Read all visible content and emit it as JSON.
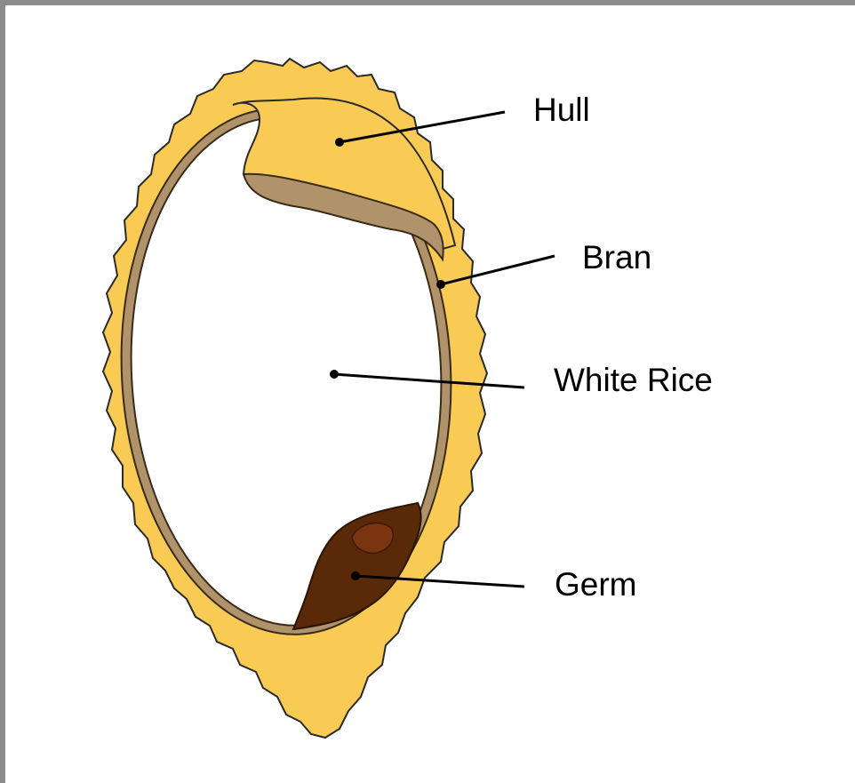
{
  "labels": {
    "hull": "Hull",
    "bran": "Bran",
    "white_rice": "White Rice",
    "germ": "Germ"
  },
  "colors": {
    "hull": "#f9cb55",
    "bran": "#b0936a",
    "germ": "#5a2a08",
    "germ_inner": "#7a3510",
    "frame": "#8c8c8c",
    "line": "#000000"
  }
}
